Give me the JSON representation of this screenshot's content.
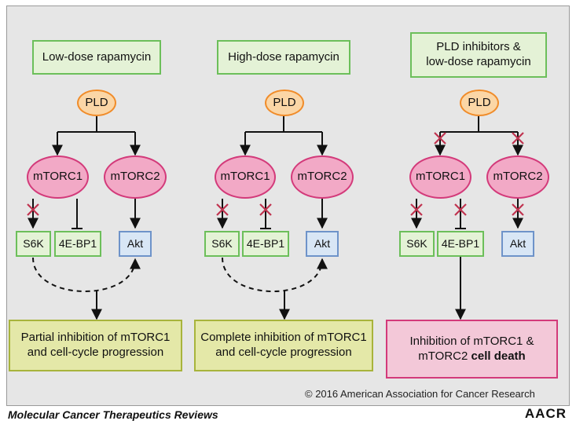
{
  "panels": [
    {
      "condition": "Low-dose rapamycin",
      "pld": "PLD",
      "mtorc1": "mTORC1",
      "mtorc2": "mTORC2",
      "s6k": "S6K",
      "bp1": "4E-BP1",
      "akt": "Akt",
      "outcome_line1": "Partial inhibition of mTORC1",
      "outcome_line2": "and cell-cycle progression"
    },
    {
      "condition": "High-dose rapamycin",
      "pld": "PLD",
      "mtorc1": "mTORC1",
      "mtorc2": "mTORC2",
      "s6k": "S6K",
      "bp1": "4E-BP1",
      "akt": "Akt",
      "outcome_line1": "Complete inhibition of mTORC1",
      "outcome_line2": "and cell-cycle progression"
    },
    {
      "condition_line1": "PLD inhibitors &",
      "condition_line2": "low-dose rapamycin",
      "pld": "PLD",
      "mtorc1": "mTORC1",
      "mtorc2": "mTORC2",
      "s6k": "S6K",
      "bp1": "4E-BP1",
      "akt": "Akt",
      "outcome_line1": "Inhibition of mTORC1 &",
      "outcome_line2_plain": "mTORC2 ",
      "outcome_line2_bold": "cell death"
    }
  ],
  "copyright": "© 2016 American Association for Cancer Research",
  "footer": {
    "journal": "Molecular Cancer Therapeutics Reviews",
    "logo": "AACR"
  },
  "colors": {
    "condition_fill": "#e4f2d6",
    "condition_border": "#6cbf5a",
    "pld_fill": "#fbd6a6",
    "pld_border": "#f08c2a",
    "mtorc_fill": "#f2a9c6",
    "mtorc_border": "#d33a7a",
    "akt_fill": "#d8e6f5",
    "akt_border": "#6e93c9",
    "outcome_fill": "#e4e8a8",
    "outcome_border": "#a8b43c",
    "death_fill": "#f3c8d8",
    "inhibition_x": "#c0334f"
  }
}
